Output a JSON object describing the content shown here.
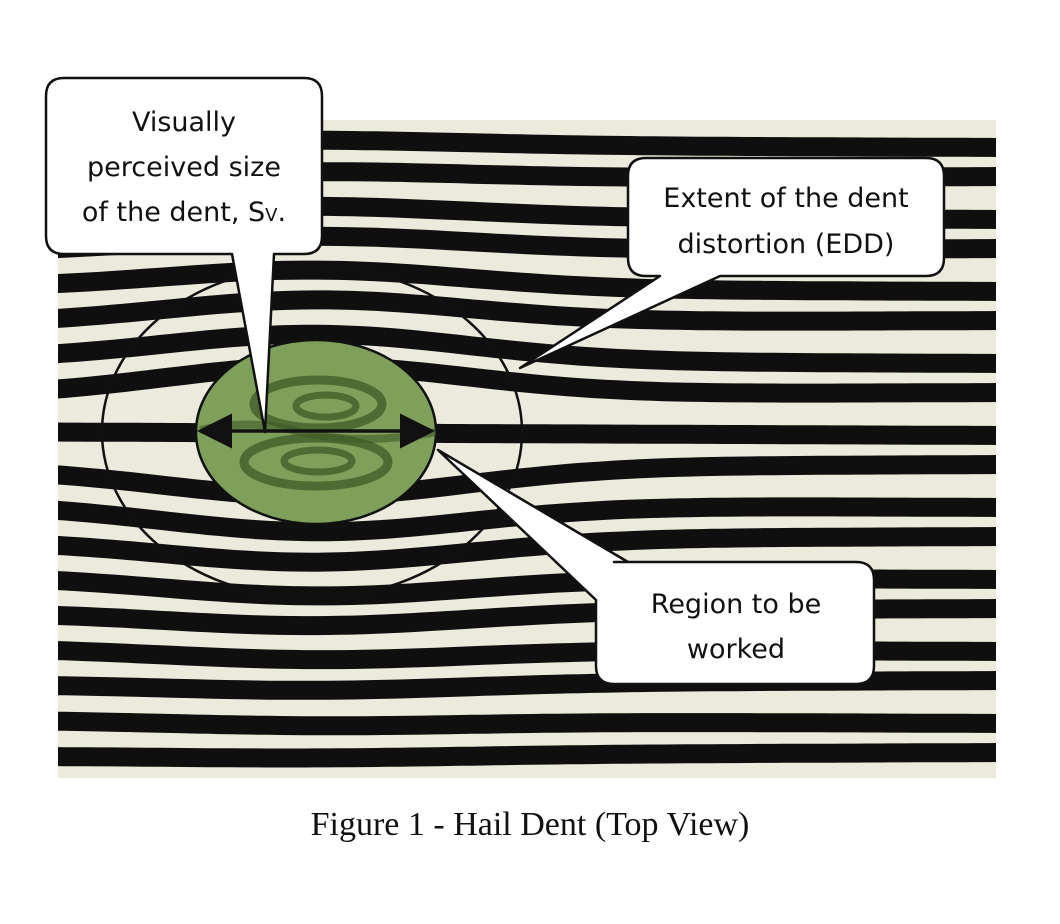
{
  "callouts": {
    "visual_size": {
      "line1": "Visually",
      "line2": "perceived size",
      "line3_prefix": "of the dent, S",
      "line3_sub": "V",
      "line3_suffix": "."
    },
    "edd": {
      "line1": "Extent of the dent",
      "line2": "distortion (EDD)"
    },
    "region": {
      "line1": "Region to be",
      "line2": "worked"
    }
  },
  "caption": "Figure 1 - Hail Dent (Top View)",
  "colors": {
    "background": "#ffffff",
    "stripe_dark": "#0f0f0f",
    "stripe_light": "#eceadc",
    "region_fill": "#7fa05a",
    "outline": "#111111"
  },
  "icons": {
    "measurement": "double-headed-arrow-icon"
  }
}
